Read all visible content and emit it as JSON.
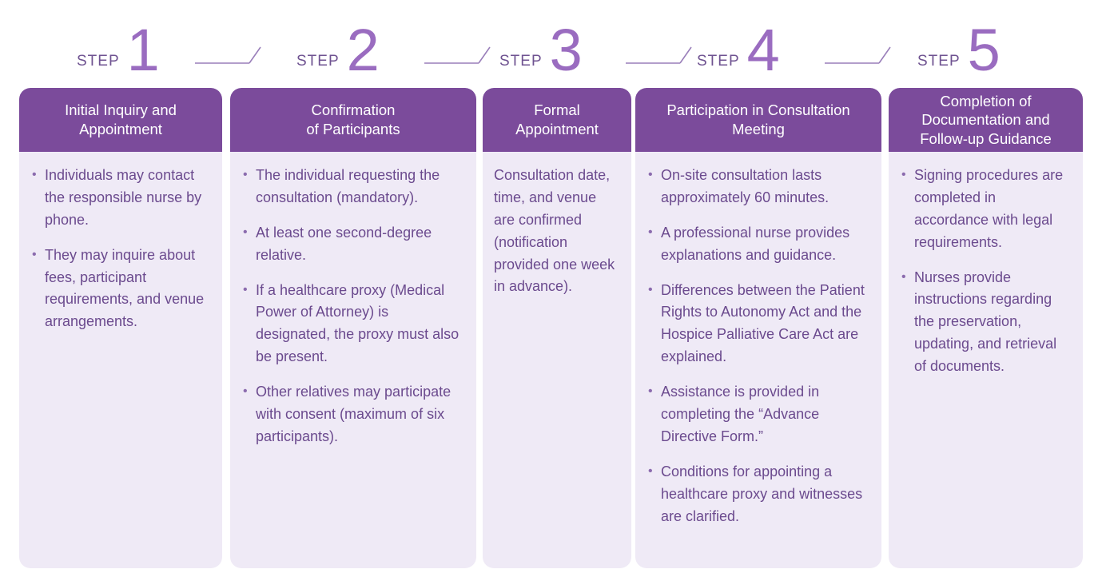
{
  "colors": {
    "header_purple": "#7B4B9B",
    "card_background": "#EFEAF6",
    "body_text": "#6B4A8E",
    "step_word": "#6F5391",
    "step_number": "#9A6CC0",
    "connector": "#9A7FBA",
    "page_background": "#FFFFFF"
  },
  "steps": [
    {
      "word": "STEP",
      "number": "1"
    },
    {
      "word": "STEP",
      "number": "2"
    },
    {
      "word": "STEP",
      "number": "3"
    },
    {
      "word": "STEP",
      "number": "4"
    },
    {
      "word": "STEP",
      "number": "5"
    }
  ],
  "cards": [
    {
      "title": "Initial Inquiry and\nAppointment",
      "list_style": "bullets",
      "items": [
        "Individuals may contact the responsible nurse by phone.",
        "They may inquire about fees, participant requirements, and venue arrangements."
      ]
    },
    {
      "title": "Confirmation\nof Participants",
      "list_style": "bullets",
      "items": [
        "The individual requesting the consultation (mandatory).",
        "At least one second-degree relative.",
        "If a healthcare proxy (Medical Power of Attorney) is designated, the proxy must also be present.",
        "Other relatives may participate with consent (maximum of six participants)."
      ]
    },
    {
      "title": "Formal\nAppointment",
      "list_style": "plain",
      "items": [
        "Consultation date, time, and venue are confirmed (notification provided one week in advance)."
      ]
    },
    {
      "title": "Participation in Consultation\nMeeting",
      "list_style": "bullets",
      "items": [
        "On-site consultation lasts approximately 60 minutes.",
        "A professional nurse provides explanations and guidance.",
        "Differences between the Patient Rights to Autonomy Act and the Hospice Palliative Care Act are explained.",
        "Assistance is provided in completing the “Advance Directive Form.”",
        "Conditions for appointing a healthcare proxy and witnesses are clarified."
      ]
    },
    {
      "title": "Completion of\nDocumentation and\nFollow-up Guidance",
      "list_style": "bullets",
      "items": [
        "Signing procedures are completed in accordance with legal requirements.",
        "Nurses provide instructions regarding the preservation, updating, and retrieval of documents."
      ]
    }
  ]
}
